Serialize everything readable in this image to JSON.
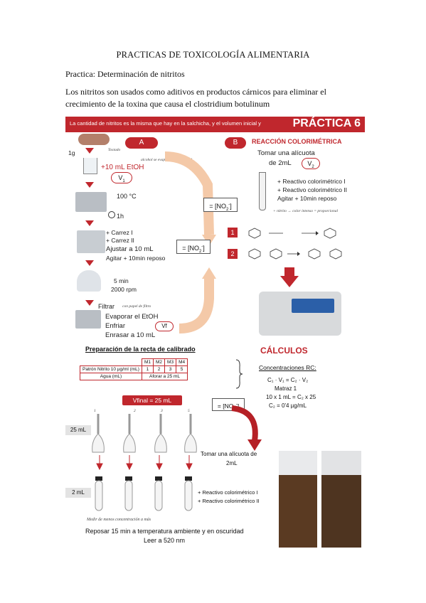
{
  "document": {
    "title": "PRACTICAS DE TOXICOLOGÍA ALIMENTARIA",
    "subtitle": "Practica: Determinación de nitritos",
    "intro": "Los nitritos son usados como aditivos en productos cárnicos para eliminar el crecimiento de la toxina que causa el clostridium botulinum"
  },
  "figure1": {
    "banner_text": "La cantidad de nitritos es la misma que hay en la salchicha, y el volumen inicial y",
    "banner_title": "PRÁCTICA 6",
    "section_a": "A",
    "section_b": "B",
    "weight": "1g",
    "add_etoh": "+10 mL EtOH",
    "v1": "V",
    "v1_sub": "1",
    "temp": "100 °C",
    "time1": "1h",
    "carrez1": "+ Carrez I",
    "carrez2": "+ Carrez II",
    "adjust": "Ajustar a 10 mL",
    "agitate": "Agitar + 10min reposo",
    "centrifuge_time": "5 min",
    "centrifuge_rpm": "2000 rpm",
    "filter": "Filtrar",
    "evaporate": "Evaporar el EtOH",
    "cool": "Enfriar",
    "vf": "Vf",
    "flush": "Enrasar a 10 mL",
    "no2_a": "= [NO",
    "no2_sub": "2",
    "no2_sup": "-",
    "no2_close": "]",
    "reaction_title": "REACCIÓN COLORIMÉTRICA",
    "aliquot1": "Tomar una alícuota",
    "aliquot2": "de 2mL",
    "v2": "V",
    "v2_sub": "2",
    "reagent1": "+ Reactivo colorimétrico I",
    "reagent2": "+ Reactivo colorimétrico II",
    "agitate_b": "Agitar + 10min reposo",
    "num1": "1",
    "num2": "2",
    "note_nitrite": "+ nitrito → color intenso = proporcional",
    "note_sausage": "Tostado",
    "note_alcohol": "alcohol se evapora con facilidad",
    "note_paper": "con papel de filtro"
  },
  "figure2": {
    "calib_title": "Preparación de la recta de calibrado",
    "calc_title": "CÁLCULOS",
    "table_header": [
      "",
      "M1",
      "M2",
      "M3",
      "M4"
    ],
    "row1_label": "Patrón Nitrito 10 µg/ml  (mL)",
    "row1_values": [
      "1",
      "2",
      "3",
      "5"
    ],
    "row2_label": "Agua   (mL)",
    "row2_value": "Aforar a 25 mL",
    "conc_title": "Concentraciones RC:",
    "eq1": "C₁ · V₁ = C₂ · V₂",
    "eq2": "Matraz 1",
    "eq3": "10 x 1 mL = C₂ x 25",
    "eq4": "C₂ = 0'4 µg/mL",
    "vfinal": "Vfinal = 25 mL",
    "no2_text": "= [NO",
    "vol25": "25 mL",
    "vol2": "2 mL",
    "aliquot_a": "Tomar una alícuota de",
    "aliquot_b": "2mL",
    "reagent1": "+ Reactivo colorimétrico I",
    "reagent2": "+ Reactivo colorimétrico II",
    "rest": "Reposar 15 min a temperatura ambiente y en oscuridad",
    "read": "Leer a 520 nm",
    "flask_labels": [
      "1",
      "2",
      "3",
      "5"
    ],
    "handnote": "Medir de menos concentración a más"
  }
}
